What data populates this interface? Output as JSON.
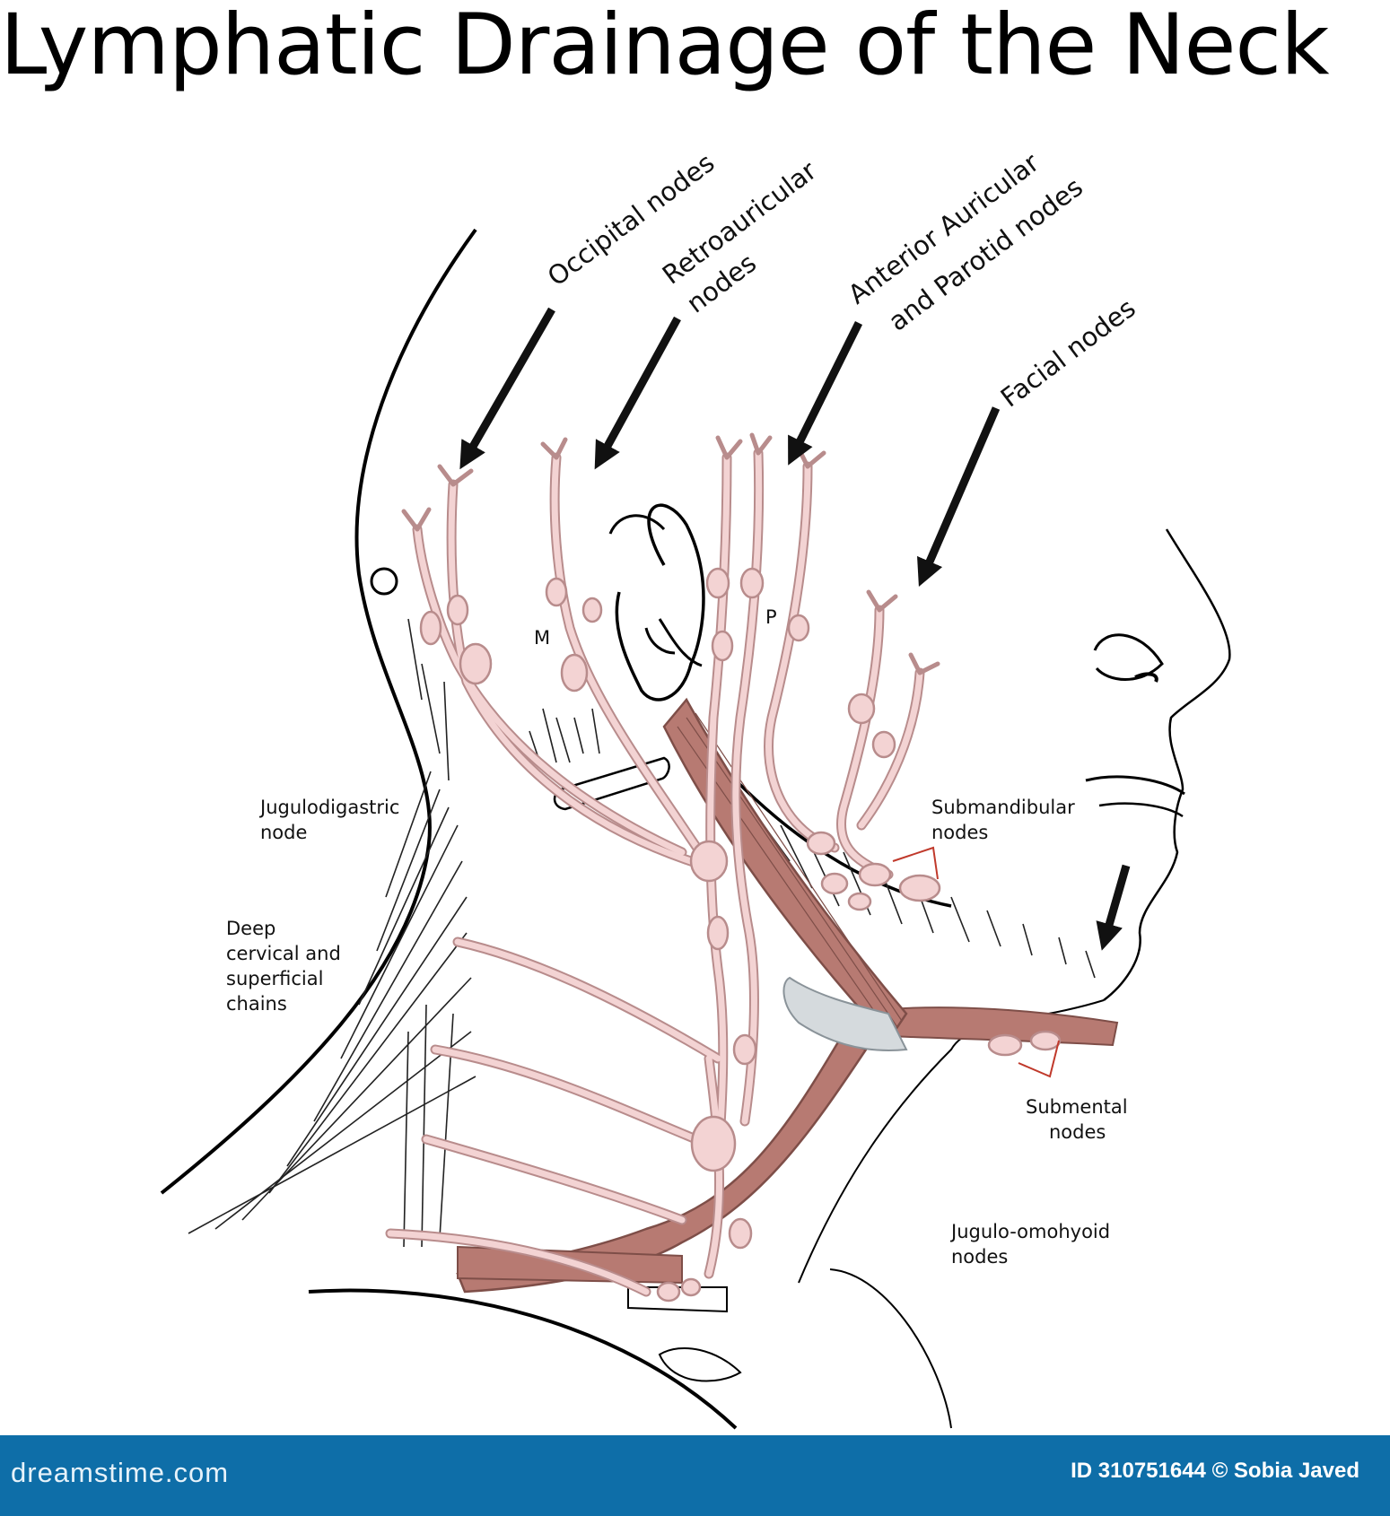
{
  "title": "Lymphatic Drainage of the Neck",
  "labels": {
    "occipital": "Occipital nodes",
    "retro_1": "Retroauricular",
    "retro_2": "nodes",
    "anterior_1": "Anterior Auricular",
    "anterior_2": "and Parotid nodes",
    "facial": "Facial nodes",
    "jd_1": "Jugulodigastric",
    "jd_2": "node",
    "deep_1": "Deep",
    "deep_2": "cervical and",
    "deep_3": "superficial",
    "deep_4": "chains",
    "subm_1": "Submandibular",
    "subm_2": "nodes",
    "subment_1": "Submental",
    "subment_2": "nodes",
    "jo_1": "Jugulo-omohyoid",
    "jo_2": "nodes",
    "m": "M",
    "p": "P"
  },
  "footer": {
    "wordmark": "dreamstime.com",
    "credit": "ID 310751644 © Sobia Javed"
  },
  "colors": {
    "lymph_fill": "#f3d3d3",
    "lymph_stroke": "#b88c8c",
    "muscle": "#b77a72",
    "muscle_dark": "#7e4e48",
    "cartilage": "#d5dadd",
    "pointer": "#c0392b",
    "footer_bg": "#0e6ea8"
  }
}
